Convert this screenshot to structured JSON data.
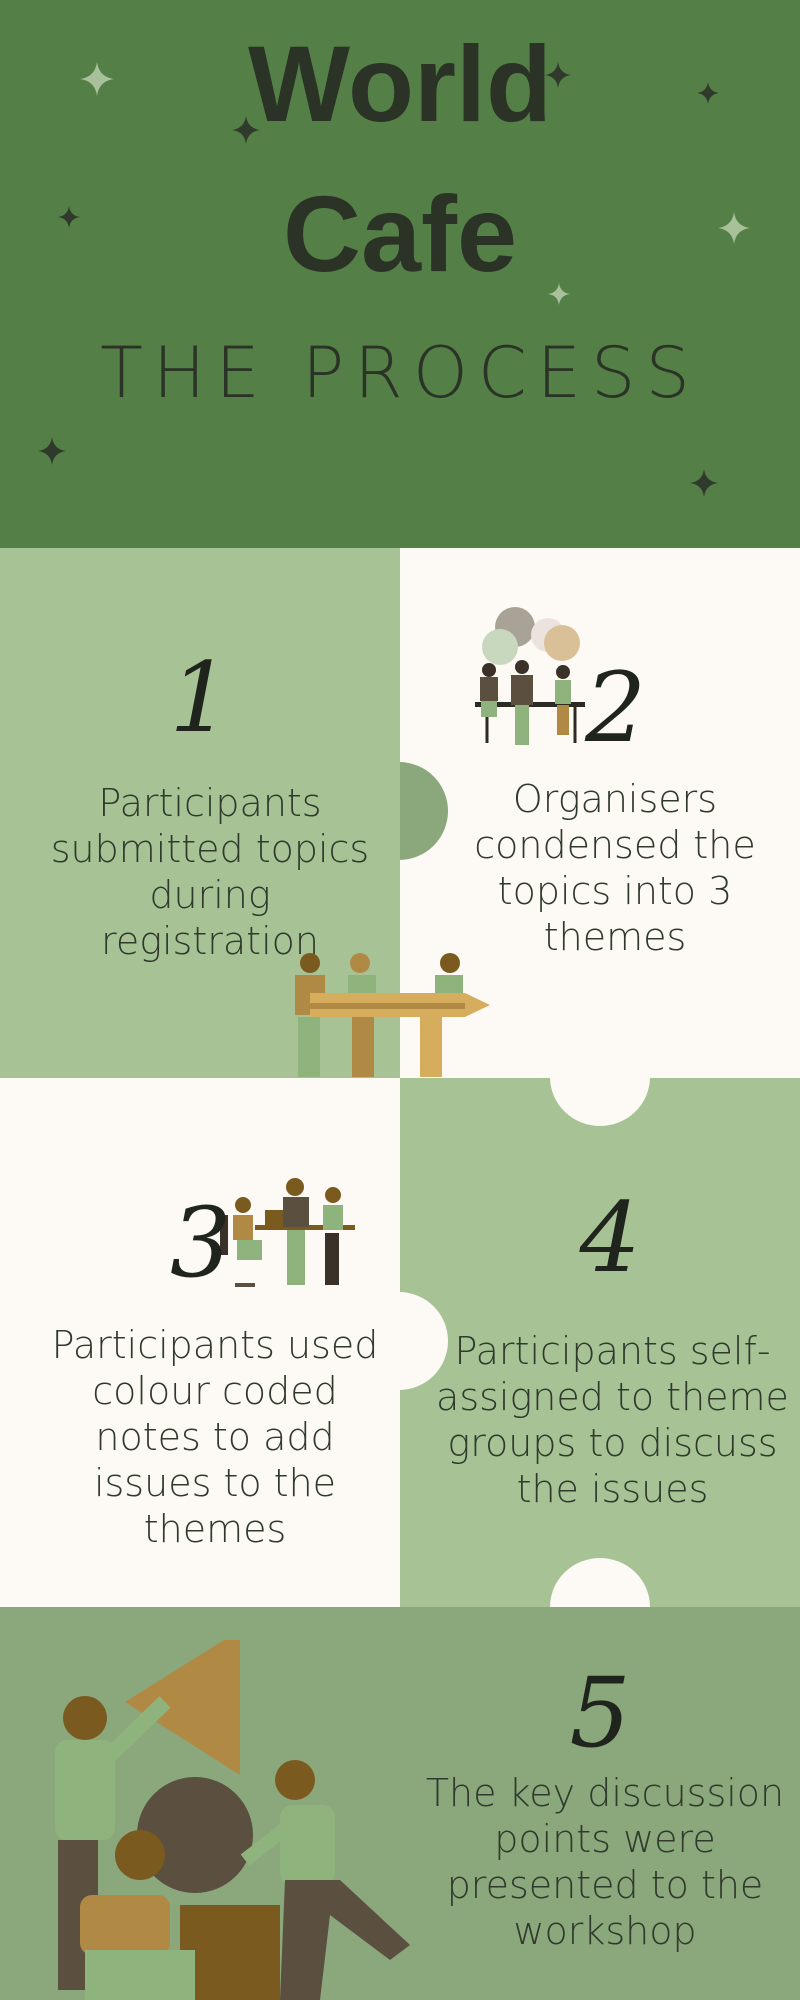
{
  "header": {
    "title_line1": "World",
    "title_line2": "Cafe",
    "subtitle": "THE PROCESS"
  },
  "steps": [
    {
      "number": "1",
      "text": "Participants submitted topics during registration"
    },
    {
      "number": "2",
      "text": "Organisers condensed the topics into 3 themes"
    },
    {
      "number": "3",
      "text": "Participants used colour coded notes to add issues to the themes"
    },
    {
      "number": "4",
      "text": "Participants self-assigned to theme groups to discuss the issues"
    },
    {
      "number": "5",
      "text": "The key discussion points were presented to the  workshop"
    }
  ],
  "colors": {
    "header": "#547f47",
    "light_green": "#a7c396",
    "mid_green": "#8ba77c",
    "cream": "#fdf9f4",
    "ochre": "#b08a45",
    "brown": "#5b4f40"
  },
  "icons": [
    "sparkle-star-icon"
  ]
}
